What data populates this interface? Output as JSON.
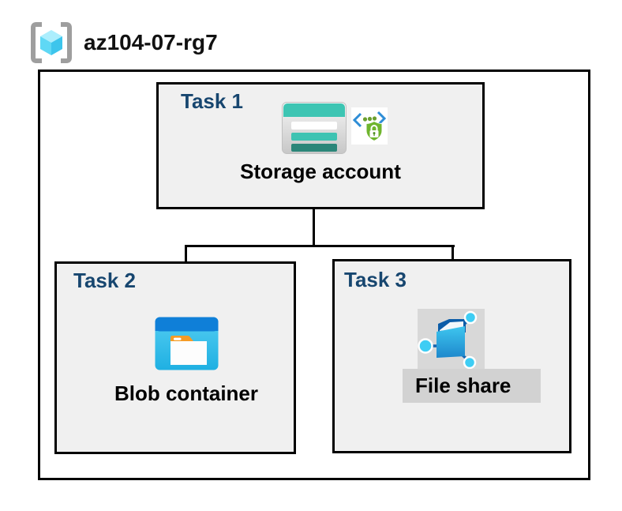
{
  "header": {
    "title": "az104-07-rg7",
    "icon": "resource-group-icon"
  },
  "resource_group": {
    "name": "az104-07-rg7",
    "tasks": [
      {
        "label": "Task 1",
        "node": "Storage account",
        "icons": [
          "storage-account-icon",
          "sas-secure-access-icon"
        ]
      },
      {
        "label": "Task 2",
        "node": "Blob container",
        "icons": [
          "blob-container-icon"
        ]
      },
      {
        "label": "Task 3",
        "node": "File share",
        "icons": [
          "file-share-icon"
        ]
      }
    ],
    "connections": [
      {
        "from": "Storage account",
        "to": "Blob container"
      },
      {
        "from": "Storage account",
        "to": "File share"
      }
    ]
  },
  "colors": {
    "task_label_navy": "#17466F",
    "box_fill_gray": "#F0F0F0",
    "border_black": "#000000",
    "storage_teal": "#3DC5B3",
    "storage_dark_teal": "#2B8679",
    "blob_top_blue": "#0F7FD8",
    "blob_body_cyan": "#35BDE9",
    "folder_tab_orange": "#F59B25",
    "sas_chevron_blue": "#2E8DD6",
    "sas_shield_green": "#6FB52D",
    "fileshare_node_cyan": "#3ECDF4",
    "fileshare_line_blue": "#1464B0",
    "icon_plate_gray": "#D8D8D8",
    "cube_light": "#ACEEFD",
    "cube_mid": "#5FD8F5",
    "cube_dark": "#3DC5EC",
    "bracket_gray": "#9E9E9E"
  }
}
